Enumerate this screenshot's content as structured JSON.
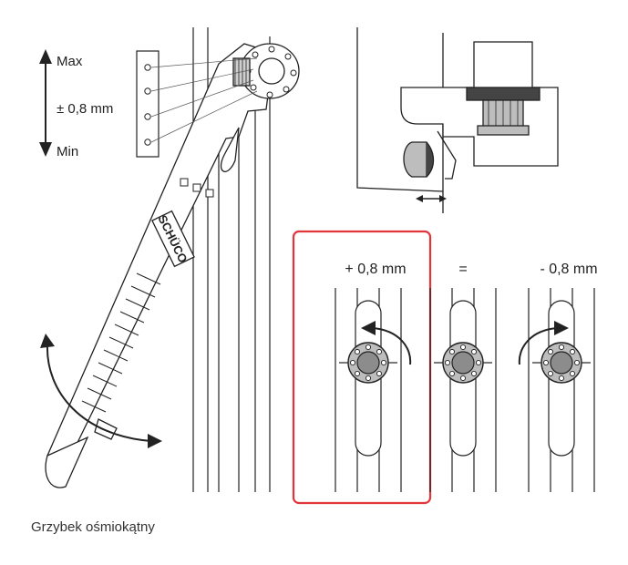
{
  "scale": {
    "max_label": "Max",
    "range_label": "± 0,8 mm",
    "min_label": "Min"
  },
  "tool": {
    "brand_mark": "SCHÜCO"
  },
  "panels": [
    {
      "label": "+ 0,8 mm"
    },
    {
      "label": "="
    },
    {
      "label": "- 0,8 mm"
    }
  ],
  "caption": "Grzybek ośmiokątny",
  "colors": {
    "highlight": "#e0353b",
    "line": "#222222",
    "fill_gray": "#bdbdbd",
    "dark_gray": "#444444"
  }
}
